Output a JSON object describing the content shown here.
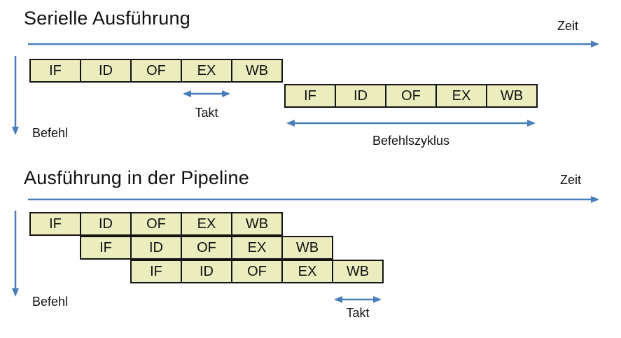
{
  "colors": {
    "box_fill": "#ecedbe",
    "box_border": "#141414",
    "arrow_blue": "#4a7ebb",
    "text": "#111111",
    "background": "#ffffff"
  },
  "serial": {
    "title": "Serielle Ausführung",
    "zeit_label": "Zeit",
    "befehl_label": "Befehl",
    "takt_label": "Takt",
    "befehlszyklus_label": "Befehlszyklus",
    "row1": [
      "IF",
      "ID",
      "OF",
      "EX",
      "WB"
    ],
    "row2": [
      "IF",
      "ID",
      "OF",
      "EX",
      "WB"
    ]
  },
  "pipeline": {
    "title": "Ausführung in der Pipeline",
    "zeit_label": "Zeit",
    "befehl_label": "Befehl",
    "takt_label": "Takt",
    "row1": [
      "IF",
      "ID",
      "OF",
      "EX",
      "WB"
    ],
    "row2": [
      "IF",
      "ID",
      "OF",
      "EX",
      "WB"
    ],
    "row3": [
      "IF",
      "ID",
      "OF",
      "EX",
      "WB"
    ]
  }
}
